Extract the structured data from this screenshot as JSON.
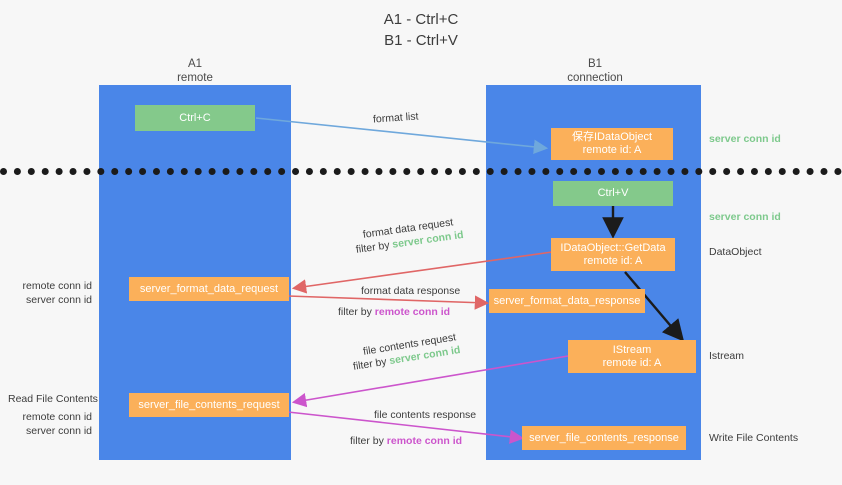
{
  "title": {
    "line1": "A1 - Ctrl+C",
    "line2": "B1 - Ctrl+V"
  },
  "colors": {
    "lane": "#4a86e8",
    "green_node": "#84c98b",
    "orange_node": "#fbb05a",
    "server_conn_id": "#7dc98c",
    "remote_conn_id": "#cc55cc",
    "wire_format_list": "#6fa8dc",
    "wire_format_data": "#e06666",
    "wire_file_contents": "#cc55cc",
    "wire_internal": "#1b1b1b",
    "divider": "#1b1b1b",
    "background": "#f7f7f7"
  },
  "columns": [
    {
      "name": "A1",
      "sub": "remote"
    },
    {
      "name": "B1",
      "sub": "connection"
    }
  ],
  "nodes": {
    "ctrl_c": "Ctrl+C",
    "ctrl_v": "Ctrl+V",
    "save_idataobject_l1": "保存IDataObject",
    "save_idataobject_l2": "remote id: A",
    "getdata_l1": "IDataObject::GetData",
    "getdata_l2": "remote id: A",
    "istream_l1": "IStream",
    "istream_l2": "remote id: A",
    "server_format_data_request": "server_format_data_request",
    "server_format_data_response": "server_format_data_response",
    "server_file_contents_request": "server_file_contents_request",
    "server_file_contents_response": "server_file_contents_response"
  },
  "edges": {
    "format_list": "format list",
    "format_data_request": "format data request",
    "format_data_request_filter_prefix": "filter by ",
    "format_data_request_filter_key": "server conn id",
    "format_data_response": "format data response",
    "format_data_response_filter_prefix": "filter by ",
    "format_data_response_filter_key": "remote conn id",
    "file_contents_request": "file contents request",
    "file_contents_request_filter_prefix": "filter by ",
    "file_contents_request_filter_key": "server conn id",
    "file_contents_response": "file contents response",
    "file_contents_response_filter_prefix": "filter by ",
    "file_contents_response_filter_key": "remote conn id"
  },
  "right_labels": {
    "server_conn_id_top": "server conn id",
    "server_conn_id_mid": "server conn id",
    "dataobject": "DataObject",
    "istream": "Istream",
    "write_file_contents": "Write File Contents"
  },
  "left_labels": {
    "remote_conn_id_1": "remote conn id",
    "server_conn_id_1": "server conn id",
    "read_file_contents": "Read File Contents",
    "remote_conn_id_2": "remote conn id",
    "server_conn_id_2": "server conn id"
  }
}
